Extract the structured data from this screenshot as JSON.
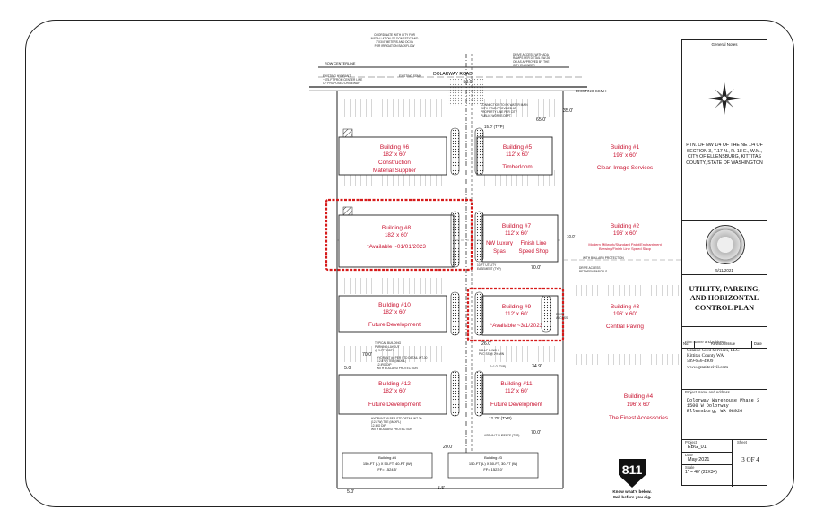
{
  "title_block": {
    "header": "General Notes",
    "project_info": "PTN. OF NW 1/4 OF THE NE 1/4 OF SECTION 3, T.17 N., R. 18 E., W.M., CITY OF ELLENSBURG, KITTITAS COUNTY, STATE OF WASHINGTON",
    "seal_date": "5/11/2021",
    "sheet_title": "UTILITY, PARKING, AND HORIZONTAL CONTROL PLAN",
    "rev_no": "No.",
    "rev_label": "Revision/Issue",
    "rev_date": "Date",
    "firm_label": "Firm Name and Address",
    "firm_lines": [
      "Granite Civil Services, LLC",
      "Kittitas County WA",
      "509-656-4909",
      "www.granitecivil.com"
    ],
    "project_label": "Project Name and Address",
    "project_lines": [
      "Dolorway Warehouse Phase 3",
      "1500 W Dolorway",
      "Ellensburg, WA 98926"
    ],
    "project_no_label": "Project",
    "project_no": "EBG_01",
    "sheet_label": "Sheet",
    "date_label": "Date",
    "date": "May-2021",
    "scale_label": "Scale",
    "scale": "1\" = 40' (22X34)",
    "sheet_no": "3 OF 4"
  },
  "road": {
    "name": "DOLARWAY ROAD",
    "centerline": "ROW CENTERLINE"
  },
  "dims": {
    "d50": "50.0'",
    "d35": "35.0'",
    "d65": "65.0'",
    "d15": "15.0' (TYP)",
    "d10": "10.0'",
    "d70a": "70.0'",
    "d70b": "70.0'",
    "d26": "26.0'",
    "d349": "34.9'",
    "d5a": "5.0'",
    "d1275": "12.75' (TYP)",
    "d70c": "70.0'",
    "d20": "20.0'",
    "d5b": "5.0'",
    "d55": "5.5'"
  },
  "buildings": {
    "b1": {
      "name": "Building #1",
      "size": "196' x 60'",
      "tenant": "Clean Image Services"
    },
    "b2": {
      "name": "Building #2",
      "size": "196' x 60'",
      "tenant": "Modern Millwork/Standard Paint/Enchantment Brewing/Finish Line Speed Shop"
    },
    "b3": {
      "name": "Building #3",
      "size": "196' x 60'",
      "tenant": "Central Paving"
    },
    "b4": {
      "name": "Building #4",
      "size": "196' x 60'",
      "tenant": "The Finest Accessories"
    },
    "b5": {
      "name": "Building #5",
      "size": "112' x 60'",
      "tenant": "Timberloom"
    },
    "b6": {
      "name": "Building #6",
      "size": "182' x 60'",
      "tenant": "Construction Material Supplier"
    },
    "b7": {
      "name": "Building #7",
      "size": "112' x 60'",
      "tenant": "NW Luxury Spas",
      "tenant2": "Finish Line Speed Shop"
    },
    "b8": {
      "name": "Building #8",
      "size": "182' x 60'",
      "tenant": "*Available ~01/01/2023"
    },
    "b9": {
      "name": "Building #9",
      "size": "112' x 60'",
      "tenant": "*Available ~3/1/2023"
    },
    "b10": {
      "name": "Building #10",
      "size": "182' x 60'",
      "tenant": "Future Development"
    },
    "b11": {
      "name": "Building #11",
      "size": "112' x 60'",
      "tenant": "Future Development"
    },
    "b12": {
      "name": "Building #12",
      "size": "182' x 60'",
      "tenant": "Future Development"
    }
  },
  "bottom_buildings": {
    "left": {
      "name": "Building #4",
      "l1": "150-FT (L) X 50-FT, 40-FT (W)",
      "l2": "FF= 1524.5'"
    },
    "right": {
      "name": "Building #3",
      "l1": "150-FT (L) X 50-FT, 30-FT (W)",
      "l2": "FF= 1523.0'"
    }
  },
  "notes": {
    "coord": "COORDINATE WITH CITY FOR INSTALLATION OF DOMESTIC AND 1\"X3/4\" METERS AND DCVA FOR IRRIGATION BACKFLOW",
    "drive": "DRIVE ACCESS WITH ADA RAMPS PER DETAIL SW-26 OR AS APPROVED BY THE CITY ENGINEER",
    "hydrant": "EXISTING HYDRANT ~475-FT FROM CENTER LINE OF PROPOSED DRIVEWAY",
    "ssmh1": "EXISTING SSMH",
    "ssmh2": "EXISTING SSMH",
    "connection": "CONNECTION TO EX WATER MAIN WITH STUB PROVIDED AT PROPERTY LINE PER CITY PUBLIC WORKS DEPT.",
    "bollard": "ADA HYDRANT PER STD DETAIL WITH BOLLARD PROTECTION",
    "util": "10-FT UTILITY EASEMENT (TYP)",
    "drive2": "DRIVE ACCESS BETWEEN PARCELS",
    "typical": "TYPICAL BUILDING PARKING LAYOUT @ 9-FT WIDTH",
    "hyd4": "HYDRANT #4 PER STD DETAIL WT-30 (12.8\"W) TEE (MAXFL) 12-IRO DIP WITH BOLLARD PROTECTION",
    "hyd5": "HYDRANT #5 PER STD DETAIL WT-30 (12.8\"W) TEE (MAXFL) 12-IRO DIP WITH BOLLARD PROTECTION",
    "pipe": "535-LF 8-INCH PVC SS @ 2% MIN",
    "s": "S=1.0' (TYP)",
    "asphalt": "ASPHALT SURFACE (TYP)",
    "exist": "EXIST. ACCESS"
  },
  "logo": {
    "number": "811",
    "l1": "Know what's below.",
    "l2": "Call before you dig."
  },
  "colors": {
    "building_text": "#c8102e",
    "highlight": "#d61a1a"
  }
}
